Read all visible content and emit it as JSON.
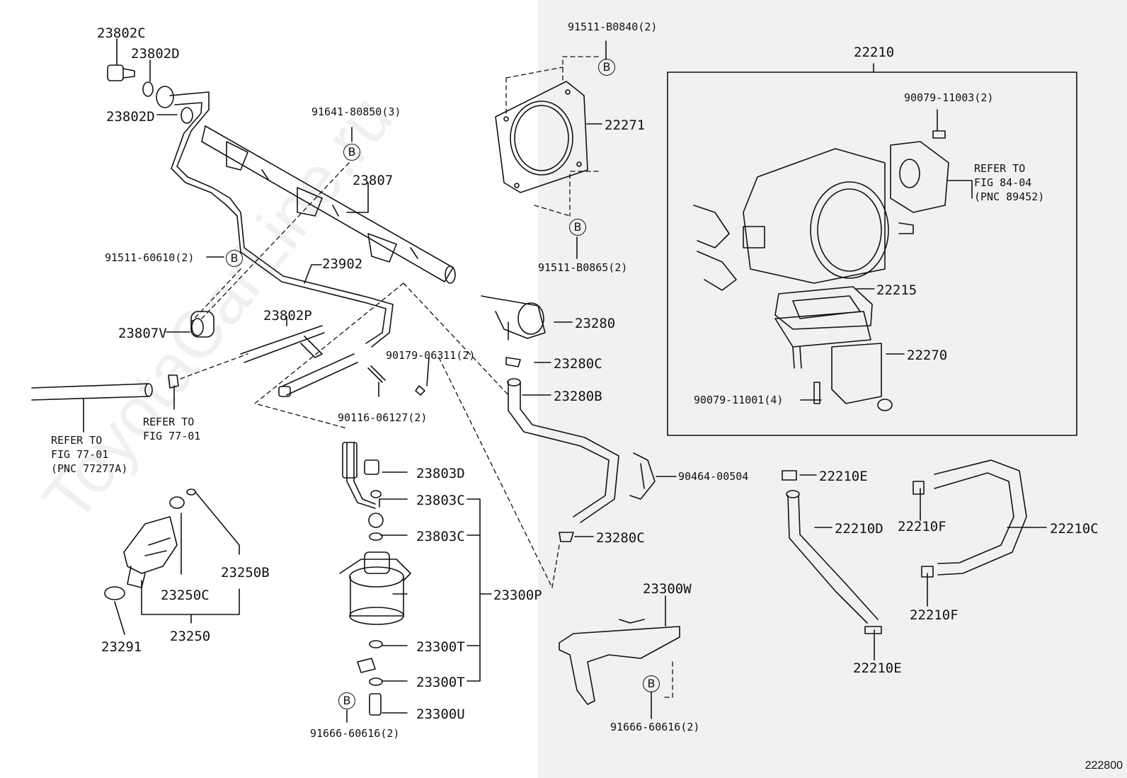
{
  "watermark": "ToyotaCarLine.ru",
  "figure_code": "222800",
  "circle_marker": "B",
  "labels": {
    "p23802C": "23802C",
    "p23802D_top": "23802D",
    "p23802D_mid": "23802D",
    "p91641": "91641-80850(3)",
    "p23807": "23807",
    "p91511_60610": "91511-60610(2)",
    "p23902": "23902",
    "p23807V": "23807V",
    "p23802P": "23802P",
    "p90179": "90179-06311(2)",
    "p90116": "90116-06127(2)",
    "p23803D": "23803D",
    "p23803C_1": "23803C",
    "p23803C_2": "23803C",
    "p23300P": "23300P",
    "p23300T_1": "23300T",
    "p23300T_2": "23300T",
    "p23300U": "23300U",
    "p91666_left": "91666-60616(2)",
    "p23250B": "23250B",
    "p23250C": "23250C",
    "p23250": "23250",
    "p23291": "23291",
    "p91511_B0840": "91511-B0840(2)",
    "p22271": "22271",
    "p91511_B0865": "91511-B0865(2)",
    "p23280": "23280",
    "p23280C_1": "23280C",
    "p23280B": "23280B",
    "p23280C_2": "23280C",
    "p90464": "90464-00504",
    "p22210": "22210",
    "p90079_11003": "90079-11003(2)",
    "p22215": "22215",
    "p22270": "22270",
    "p90079_11001": "90079-11001(4)",
    "p22210E_1": "22210E",
    "p22210D": "22210D",
    "p22210E_2": "22210E",
    "p22210F_1": "22210F",
    "p22210F_2": "22210F",
    "p22210C": "22210C",
    "p23300W": "23300W",
    "p91666_right": "91666-60616(2)"
  },
  "refs": {
    "fig77_hose": [
      "REFER TO",
      "FIG 77-01",
      "(PNC 77277A)"
    ],
    "fig77_clip": [
      "REFER TO",
      "FIG 77-01"
    ],
    "fig84": [
      "REFER TO",
      "FIG 84-04",
      "(PNC 89452)"
    ]
  }
}
